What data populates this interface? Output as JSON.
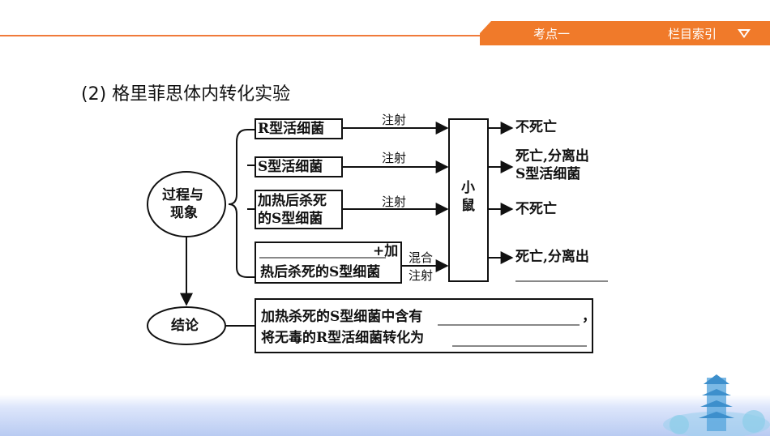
{
  "header": {
    "section": "考点一",
    "index_label": "栏目索引"
  },
  "heading": "(2) 格里菲思体内转化实验",
  "diagram": {
    "process_node": [
      "过程与",
      "现象"
    ],
    "conclusion_node": "结论",
    "rows": [
      {
        "input": "R型活细菌",
        "action": "注射",
        "result": "不死亡"
      },
      {
        "input": "S型活细菌",
        "action": "注射",
        "result_lines": [
          "死亡,分离出",
          "S型活细菌"
        ]
      },
      {
        "input_lines": [
          "加热后杀死",
          "的S型细菌"
        ],
        "action": "注射",
        "result": "不死亡"
      },
      {
        "input_lines": [
          "+加",
          "热后杀死的S型细菌"
        ],
        "action_lines": [
          "混合",
          "注射"
        ],
        "result": "死亡,分离出"
      }
    ],
    "mouse_lines": [
      "小",
      "鼠"
    ],
    "conclusion_lines": [
      "加热杀死的S型细菌中含有",
      "，",
      "将无毒的R型活细菌转化为"
    ]
  }
}
